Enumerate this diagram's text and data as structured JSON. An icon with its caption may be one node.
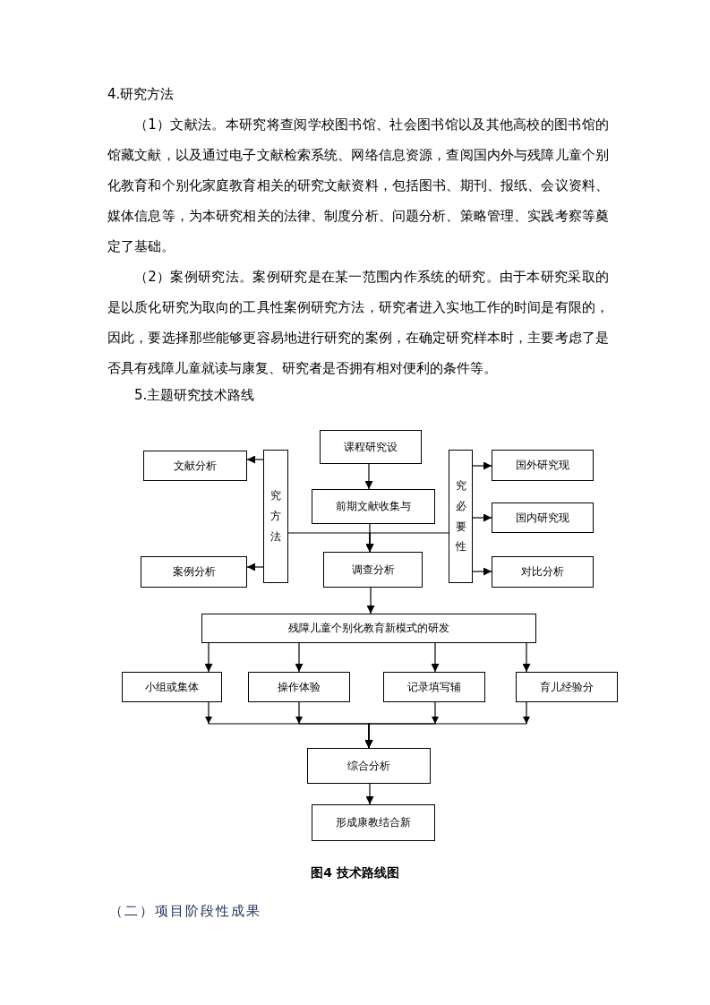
{
  "diagram": {
    "caption": "图4 技术路线图",
    "nodes": [
      {
        "text": [
          "课程研究设"
        ]
      },
      {
        "text": [
          "文献分析"
        ]
      },
      {
        "text": [
          "究方法"
        ]
      },
      {
        "text": [
          "前期文献收集与"
        ]
      },
      {
        "text": [
          "究必要性"
        ]
      },
      {
        "text": [
          "国外研究现"
        ]
      },
      {
        "text": [
          "国内研究现"
        ]
      },
      {
        "text": [
          "调查分析"
        ]
      },
      {
        "text": [
          "案例分析"
        ]
      },
      {
        "text": [
          "对比分析"
        ]
      },
      {
        "text": [
          "残障儿童个别化教育新模式的研发"
        ]
      },
      {
        "text": [
          "小组或集体"
        ]
      },
      {
        "text": [
          "操作体验"
        ]
      },
      {
        "text": [
          "记录填写辅"
        ]
      },
      {
        "text": [
          "育儿经验分"
        ]
      },
      {
        "text": [
          "综合分析"
        ]
      },
      {
        "text": [
          "形成康教结合新"
        ]
      }
    ],
    "edges": [
      {
        "from": 0,
        "to": 3,
        "arrow": "to"
      },
      {
        "from": 2,
        "to": 1,
        "arrow": "to"
      },
      {
        "from": 2,
        "to": 8,
        "arrow": "to"
      },
      {
        "from": 4,
        "to": 5,
        "arrow": "to"
      },
      {
        "from": 4,
        "to": 6,
        "arrow": "to"
      },
      {
        "from": 4,
        "to": 9,
        "arrow": "to"
      },
      {
        "from": 3,
        "to": 7,
        "arrow": "to"
      },
      {
        "from": 2,
        "to": 7,
        "arrow": "to"
      },
      {
        "from": 4,
        "to": 7,
        "arrow": "to"
      },
      {
        "from": 7,
        "to": 10,
        "arrow": "to"
      },
      {
        "from": 10,
        "to": 11,
        "arrow": "to"
      },
      {
        "from": 10,
        "to": 12,
        "arrow": "to"
      },
      {
        "from": 10,
        "to": 13,
        "arrow": "to"
      },
      {
        "from": 10,
        "to": 14,
        "arrow": "to"
      },
      {
        "from": 11,
        "to": 15,
        "arrow": "to"
      },
      {
        "from": 12,
        "to": 15,
        "arrow": "to"
      },
      {
        "from": 13,
        "to": 15,
        "arrow": "to"
      },
      {
        "from": 14,
        "to": 15,
        "arrow": "to"
      },
      {
        "from": 15,
        "to": 16,
        "arrow": "to"
      }
    ],
    "labels": [
      "4.研究方法",
      "（1）文献法。本研究将查阅学校图书馆、社会图书馆以及其他高校的图书馆的馆藏文献，以及通过电子文献检索系统、网络信息资源，查阅国内外与残障儿童个别化教育和个别化家庭教育相关的研究文献资料，包括图书、期刊、报纸、会议资料、媒体信息等，为本研究相关的法律、制度分析、问题分析、策略管理、实践考察等奠定了基础。",
      "（2）案例研究法。案例研究是在某一范围内作系统的研究。由于本研究采取的是以质化研究为取向的工具性案例研究方法，研究者进入实地工作的时间是有限的，因此，要选择那些能够更容易地进行研究的案例，在确定研究样本时，主要考虑了是否具有残障儿童就读与康复、研究者是否拥有相对便利的条件等。",
      "5.主题研究技术路线",
      "（二）项目阶段性成果"
    ]
  }
}
